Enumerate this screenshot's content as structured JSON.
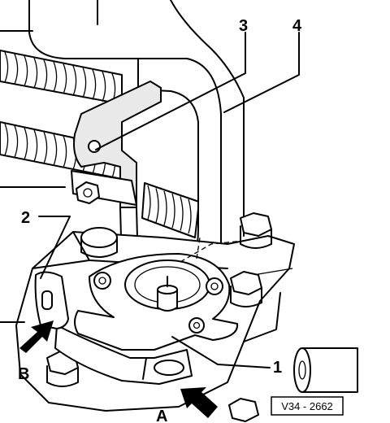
{
  "callouts": {
    "c1": "1",
    "c2": "2",
    "c3": "3",
    "c4": "4",
    "cA": "A",
    "cB": "B"
  },
  "reference_code": "V34 - 2662"
}
